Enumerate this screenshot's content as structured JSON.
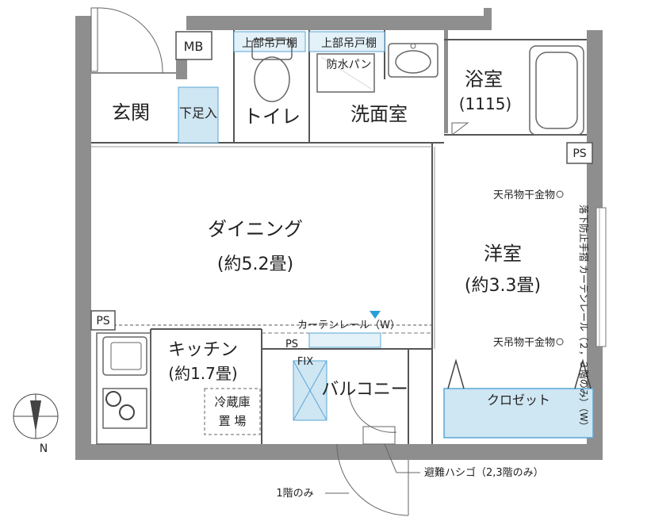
{
  "rooms": {
    "entrance": "玄関",
    "shoe_box": "下足入",
    "mb": "MB",
    "toilet": "トイレ",
    "upper_shelf_1": "上部吊戸棚",
    "upper_shelf_2": "上部吊戸棚",
    "waterproof_pan": "防水パン",
    "washroom": "洗面室",
    "bath": "浴室",
    "bath_size": "(1115)",
    "dining": "ダイニング",
    "dining_size": "(約5.2畳)",
    "western": "洋室",
    "western_size": "(約3.3畳)",
    "kitchen": "キッチン",
    "kitchen_size": "(約1.7畳)",
    "fridge_1": "冷蔵庫",
    "fridge_2": "置 場",
    "balcony": "バルコニー",
    "closet": "クロゼット"
  },
  "labels": {
    "ps1": "PS",
    "ps2": "PS",
    "ps3": "PS",
    "hanger1": "天吊物干金物",
    "hanger2": "天吊物干金物",
    "curtain_rail": "カーテンレール（W）",
    "side_note": "落下防止手摺 カーテンレール（２，３階のみ）（W）",
    "fix": "FIX",
    "ladder": "避難ハシゴ（2,3階のみ）",
    "first_floor": "1階のみ",
    "north": "N"
  },
  "colors": {
    "wall": "#8e8e8e",
    "accent_fill": "#cfe6f3",
    "accent_stroke": "#5aa7d6",
    "marker": "#2a9fd6"
  }
}
